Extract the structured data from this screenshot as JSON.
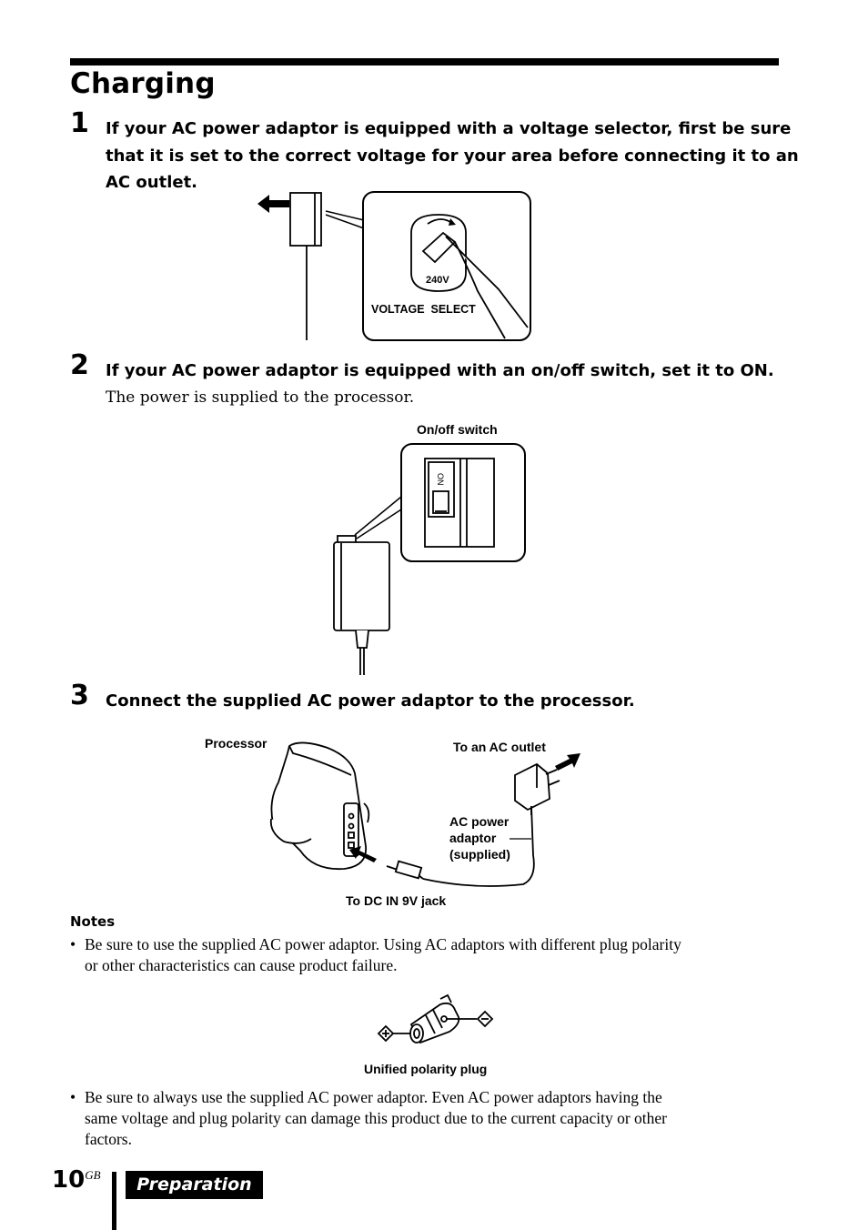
{
  "title": "Charging",
  "steps": [
    {
      "number": "1",
      "lines": [
        "If your AC power adaptor is equipped with a voltage selector, first be sure",
        "that it is set to the correct voltage for your area before connecting it to an",
        "AC outlet."
      ]
    },
    {
      "number": "2",
      "lines": [
        "If your AC power adaptor is equipped with an on/off switch, set it to ON."
      ],
      "sub": "The power is supplied to the processor."
    },
    {
      "number": "3",
      "lines": [
        "Connect the supplied AC power adaptor to the processor."
      ]
    }
  ],
  "figure1": {
    "voltage_value": "240V",
    "selector_label": "VOLTAGE  SELECT"
  },
  "figure2": {
    "switch_label": "On/off switch",
    "on_mark": "ON"
  },
  "figure3": {
    "processor": "Processor",
    "to_outlet": "To an AC outlet",
    "adaptor_line1": "AC power",
    "adaptor_line2": "adaptor",
    "adaptor_line3": "(supplied)",
    "dc_jack": "To DC IN 9V jack"
  },
  "notes": {
    "heading": "Notes",
    "bullet": "•",
    "items": [
      [
        "Be sure to use the supplied AC power adaptor. Using AC adaptors with different plug polarity",
        "or other characteristics can cause product failure."
      ],
      [
        "Be sure to always use the supplied AC power adaptor. Even AC power adaptors having the",
        "same voltage and plug polarity can damage this product due to the current capacity or other",
        "factors."
      ]
    ],
    "polarity_caption": "Unified polarity plug"
  },
  "footer": {
    "page_number": "10",
    "page_suffix": "GB",
    "section": "Preparation"
  }
}
